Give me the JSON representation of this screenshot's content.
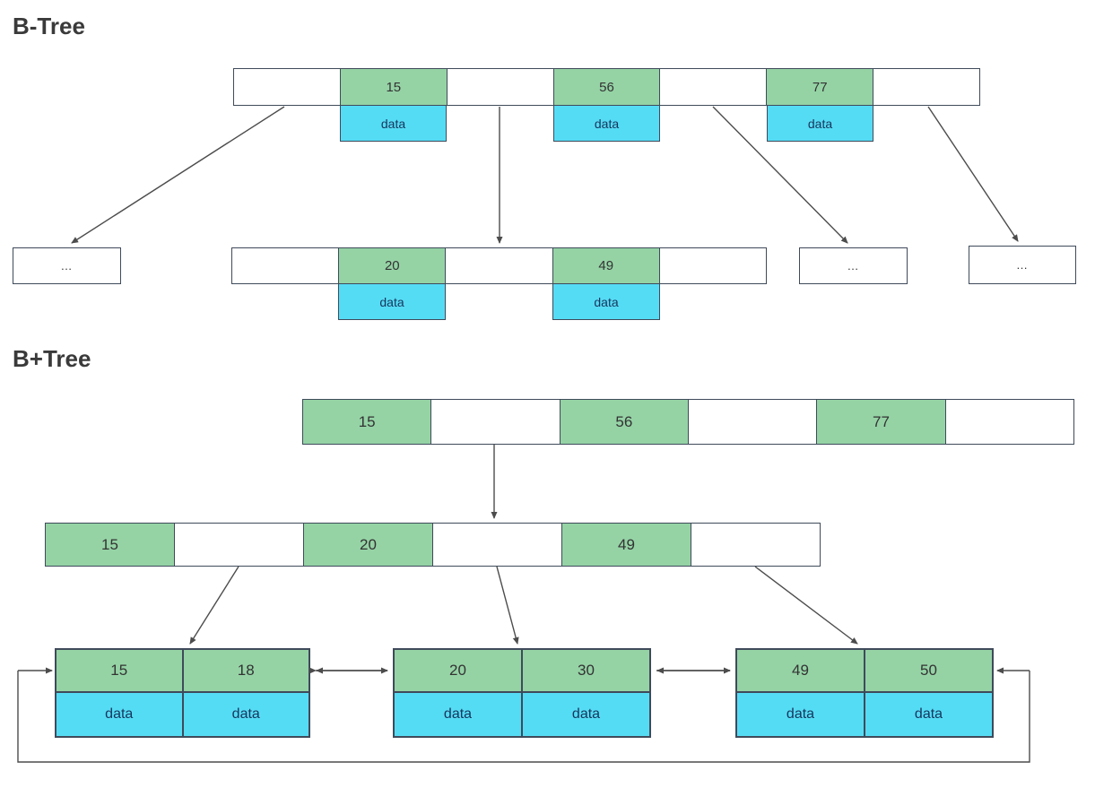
{
  "colors": {
    "green": "#95d3a5",
    "cyan": "#55dcf5",
    "border": "#3f4a5a",
    "line": "#4c4c4c",
    "heading_text": "#3a3a3a",
    "key_text": "#333333",
    "data_text": "#17365d"
  },
  "btree": {
    "heading": "B-Tree",
    "root": {
      "keys": [
        "15",
        "56",
        "77"
      ],
      "data": [
        "data",
        "data",
        "data"
      ]
    },
    "child": {
      "keys": [
        "20",
        "49"
      ],
      "data": [
        "data",
        "data"
      ]
    },
    "other_children": [
      "…",
      "…",
      "…"
    ]
  },
  "bplus": {
    "heading": "B+Tree",
    "root": {
      "keys": [
        "15",
        "56",
        "77"
      ]
    },
    "internal": {
      "keys": [
        "15",
        "20",
        "49"
      ]
    },
    "leaves": [
      {
        "keys": [
          "15",
          "18"
        ],
        "data": [
          "data",
          "data"
        ]
      },
      {
        "keys": [
          "20",
          "30"
        ],
        "data": [
          "data",
          "data"
        ]
      },
      {
        "keys": [
          "49",
          "50"
        ],
        "data": [
          "data",
          "data"
        ]
      }
    ]
  }
}
